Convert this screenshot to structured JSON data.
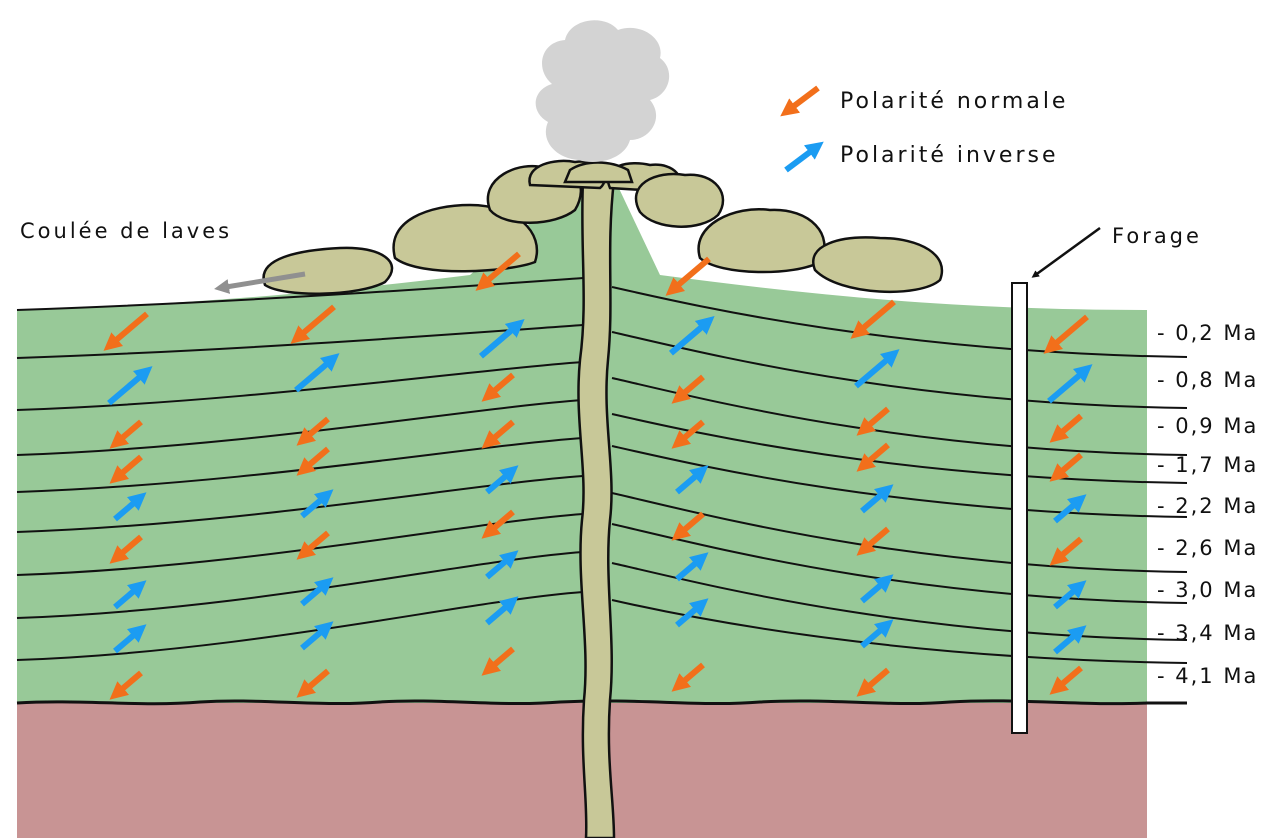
{
  "legend": {
    "normal": {
      "label": "Polarité normale",
      "color": "#f26f1b",
      "icon": "arrow-down-left-icon"
    },
    "inverse": {
      "label": "Polarité inverse",
      "color": "#1b9cf2",
      "icon": "arrow-up-right-icon"
    }
  },
  "labels": {
    "lava_flow": "Coulée de laves",
    "drilling": "Forage"
  },
  "layers": [
    {
      "age": "- 0,2 Ma",
      "polarity": "normal"
    },
    {
      "age": "- 0,8 Ma",
      "polarity": "inverse"
    },
    {
      "age": "- 0,9 Ma",
      "polarity": "normal"
    },
    {
      "age": "- 1,7 Ma",
      "polarity": "normal"
    },
    {
      "age": "- 2,2 Ma",
      "polarity": "inverse"
    },
    {
      "age": "- 2,6 Ma",
      "polarity": "normal"
    },
    {
      "age": "- 3,0 Ma",
      "polarity": "inverse"
    },
    {
      "age": "- 3,4 Ma",
      "polarity": "inverse"
    },
    {
      "age": "- 4,1 Ma",
      "polarity": "normal"
    }
  ],
  "colors": {
    "lava_green": "#98c998",
    "basement": "#c89494",
    "conduit": "#c8c898",
    "smoke": "#d3d3d3",
    "lines": "#111111"
  }
}
